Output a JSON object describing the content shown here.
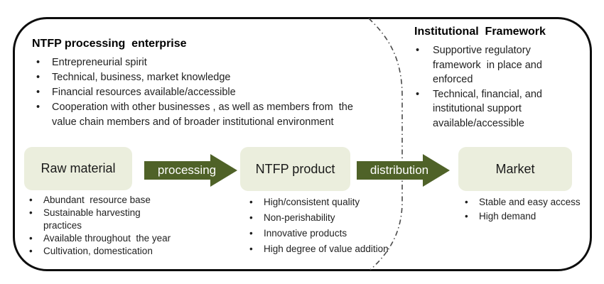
{
  "diagram": {
    "bullet_glyph": "•",
    "colors": {
      "arrow_fill": "#4f6228",
      "box_fill": "#ebeedd",
      "outline": "#0d0d0d",
      "divider_line": "#4a4a4a",
      "arrow_text": "#ffffff"
    },
    "enterprise": {
      "title": "NTFP processing  enterprise",
      "bullets": [
        "Entrepreneurial spirit",
        "Technical, business, market knowledge",
        "Financial resources available/accessible",
        "Cooperation with other businesses , as well as members from  the\nvalue chain members and of broader institutional environment"
      ]
    },
    "institutional": {
      "title": "Institutional  Framework",
      "bullets": [
        "Supportive regulatory\nframework  in place and\nenforced",
        "Technical, financial, and\ninstitutional support\navailable/accessible"
      ]
    },
    "flow": {
      "stages": [
        {
          "label": "Raw material",
          "points": [
            "Abundant  resource base",
            "Sustainable harvesting\npractices",
            "Available throughout  the year",
            "Cultivation, domestication"
          ]
        },
        {
          "label": "NTFP product",
          "points": [
            "High/consistent quality",
            "Non-perishability",
            "Innovative products",
            "High degree of value addition"
          ]
        },
        {
          "label": "Market",
          "points": [
            "Stable and easy access",
            "High demand"
          ]
        }
      ],
      "arrows": [
        {
          "label": "processing"
        },
        {
          "label": "distribution"
        }
      ]
    }
  }
}
